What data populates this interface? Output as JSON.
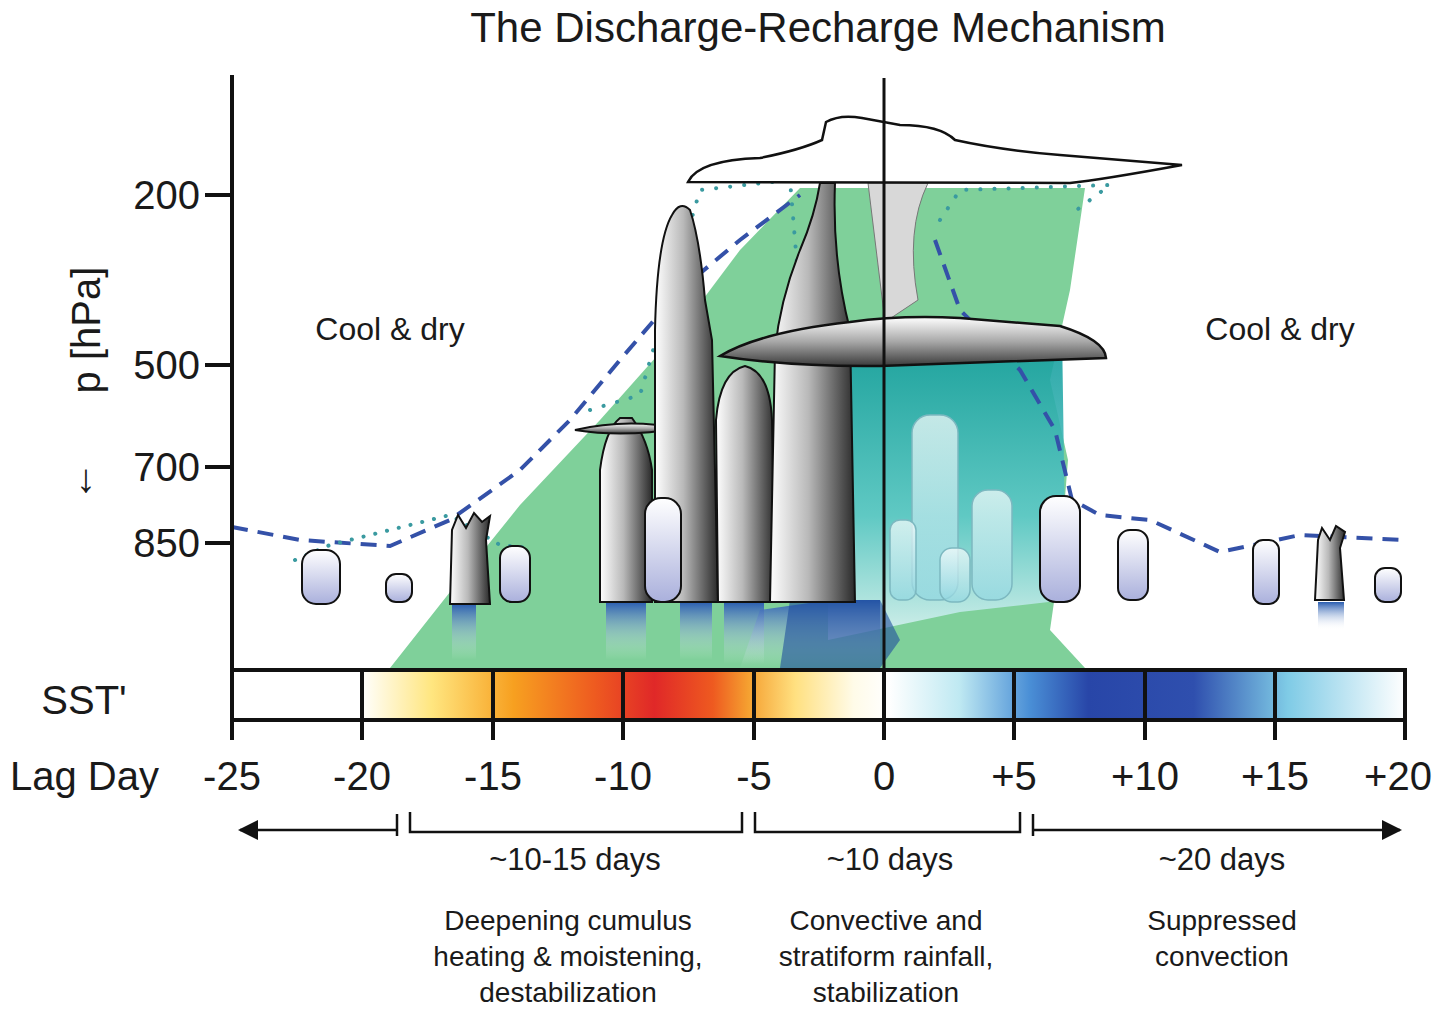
{
  "diagram": {
    "title": "The Discharge-Recharge Mechanism",
    "labels": [
      "200",
      "500",
      "700",
      "850",
      "↓",
      "p [hPa]",
      "Cool & dry",
      "Cool & dry",
      "SST'",
      "Lag Day",
      "-25",
      "-20",
      "-15",
      "-10",
      "-5",
      "0",
      "+5",
      "+10",
      "+15",
      "+20",
      "~10-15 days",
      "~10 days",
      "~20 days",
      "Deepening cumulus heating & moistening, destabilization",
      "Convective and stratiform rainfall, stabilization",
      "Suppressed convection"
    ]
  }
}
